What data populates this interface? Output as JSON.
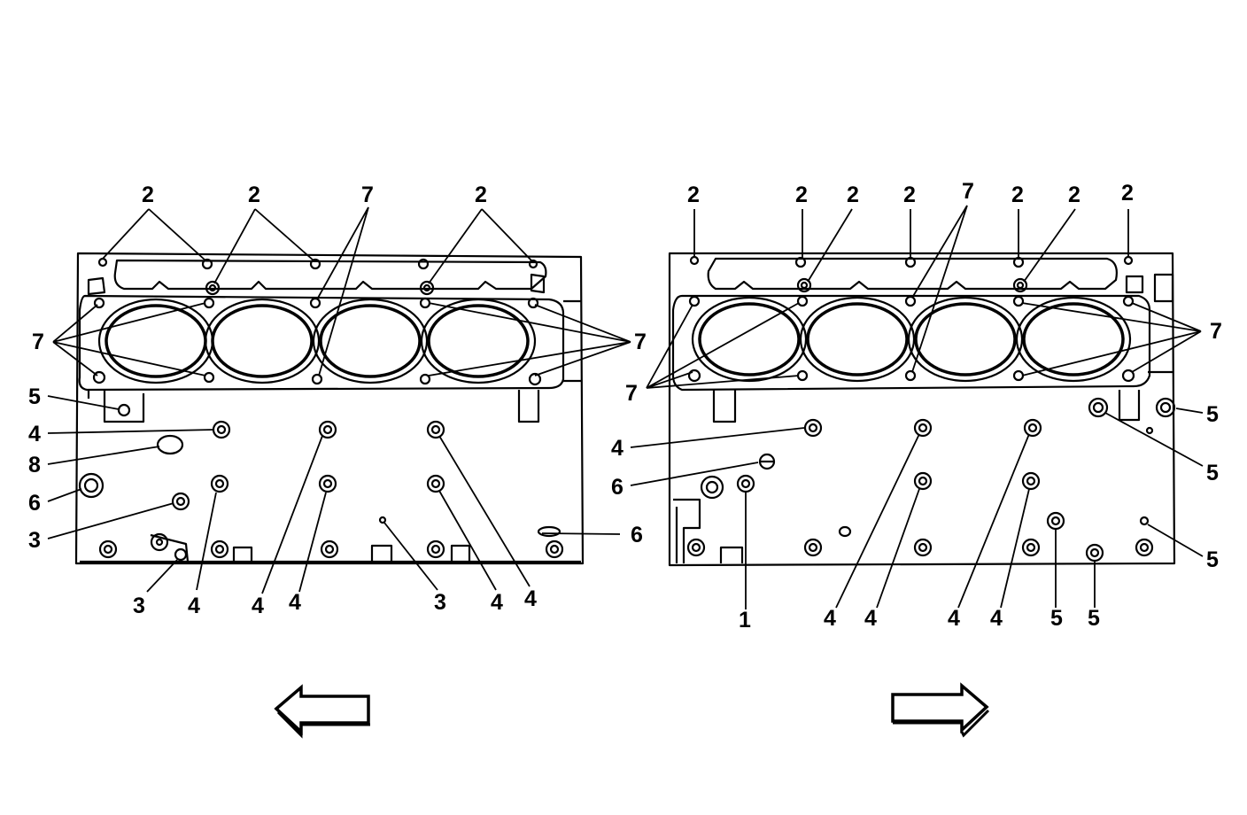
{
  "diagram": {
    "left_view": {
      "labels": [
        {
          "id": "l2a",
          "text": "2"
        },
        {
          "id": "l2b",
          "text": "2"
        },
        {
          "id": "l7top",
          "text": "7"
        },
        {
          "id": "l2c",
          "text": "2"
        },
        {
          "id": "l7left",
          "text": "7"
        },
        {
          "id": "l7right",
          "text": "7"
        },
        {
          "id": "l5",
          "text": "5"
        },
        {
          "id": "l4a",
          "text": "4"
        },
        {
          "id": "l8",
          "text": "8"
        },
        {
          "id": "l6a",
          "text": "6"
        },
        {
          "id": "l3a",
          "text": "3"
        },
        {
          "id": "l6b",
          "text": "6"
        },
        {
          "id": "l3b",
          "text": "3"
        },
        {
          "id": "l4b",
          "text": "4"
        },
        {
          "id": "l4c",
          "text": "4"
        },
        {
          "id": "l4d",
          "text": "4"
        },
        {
          "id": "l3c",
          "text": "3"
        },
        {
          "id": "l4e",
          "text": "4"
        },
        {
          "id": "l4f",
          "text": "4"
        }
      ],
      "arrow_direction": "left"
    },
    "right_view": {
      "labels": [
        {
          "id": "r2a",
          "text": "2"
        },
        {
          "id": "r2b",
          "text": "2"
        },
        {
          "id": "r2c",
          "text": "2"
        },
        {
          "id": "r2d",
          "text": "2"
        },
        {
          "id": "r7top",
          "text": "7"
        },
        {
          "id": "r2e",
          "text": "2"
        },
        {
          "id": "r2f",
          "text": "2"
        },
        {
          "id": "r2g",
          "text": "2"
        },
        {
          "id": "r7left",
          "text": "7"
        },
        {
          "id": "r7right",
          "text": "7"
        },
        {
          "id": "r5a",
          "text": "5"
        },
        {
          "id": "r4a",
          "text": "4"
        },
        {
          "id": "r5b",
          "text": "5"
        },
        {
          "id": "r6",
          "text": "6"
        },
        {
          "id": "r5c",
          "text": "5"
        },
        {
          "id": "r1",
          "text": "1"
        },
        {
          "id": "r4b",
          "text": "4"
        },
        {
          "id": "r4c",
          "text": "4"
        },
        {
          "id": "r4d",
          "text": "4"
        },
        {
          "id": "r4e",
          "text": "4"
        },
        {
          "id": "r5d",
          "text": "5"
        },
        {
          "id": "r5e",
          "text": "5"
        }
      ],
      "arrow_direction": "right"
    }
  }
}
